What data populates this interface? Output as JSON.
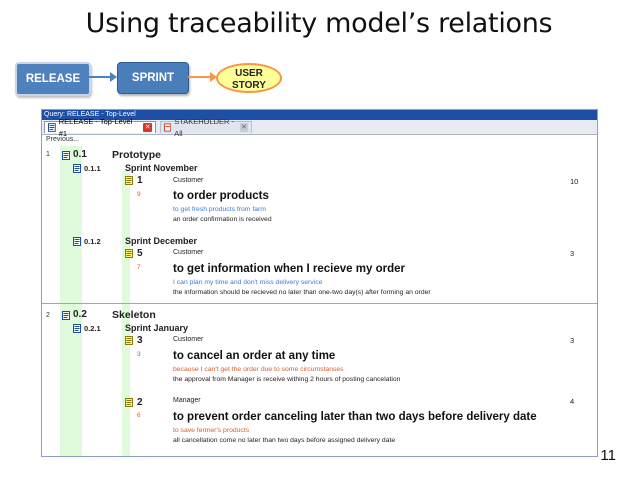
{
  "slide": {
    "title": "Using traceability model’s relations",
    "page_number": "11"
  },
  "flow": {
    "release": "RELEASE",
    "sprint": "SPRINT",
    "story_line1": "USER",
    "story_line2": "STORY"
  },
  "panel": {
    "query": "Query: RELEASE - Top-Level",
    "tab1": "RELEASE - Top-Level #1",
    "tab2": "STAKEHOLDER - All",
    "previous": "Previous..."
  },
  "releases": [
    {
      "row": "1",
      "code": "0.1",
      "name": "Prototype",
      "sprints": [
        {
          "code": "0.1.1",
          "name": "Sprint November",
          "stories": [
            {
              "num": "1",
              "id": "9",
              "role": "Customer",
              "points": "10",
              "want": "to order products",
              "reason": "to get fresh products from farm",
              "accept": "an order confirmation is received"
            }
          ]
        },
        {
          "code": "0.1.2",
          "name": "Sprint December",
          "stories": [
            {
              "num": "5",
              "id": "7",
              "role": "Customer",
              "points": "3",
              "want": "to get information  when I recieve my order",
              "reason": "I can plan my time and don't miss delivery service",
              "accept": "the information should be recieved no later than one-two day(s) after forming an order"
            }
          ]
        }
      ]
    },
    {
      "row": "2",
      "code": "0.2",
      "name": "Skeleton",
      "sprints": [
        {
          "code": "0.2.1",
          "name": "Sprint January",
          "stories": [
            {
              "num": "3",
              "id": "3",
              "role": "Customer",
              "points": "3",
              "want": "to cancel an order at any time",
              "reason": "because I can't get the order due to some circumstanses",
              "accept": "the approval from Manager is receive withing 2 hours of posting cancelation"
            },
            {
              "num": "2",
              "id": "6",
              "role": "Manager",
              "points": "4",
              "want": "to prevent order canceling later than two days before delivery date",
              "reason": "to save fermer's products",
              "accept": "all cancellation come no later than two days before assigned delivery date"
            }
          ]
        }
      ]
    }
  ],
  "colors": {
    "accent": "#4f81bd",
    "story_fill": "#ffff99",
    "story_border": "#f79646",
    "release_col": "#dffbdc"
  },
  "icons": {
    "release_doc": "document-icon",
    "story_note": "note-icon"
  }
}
